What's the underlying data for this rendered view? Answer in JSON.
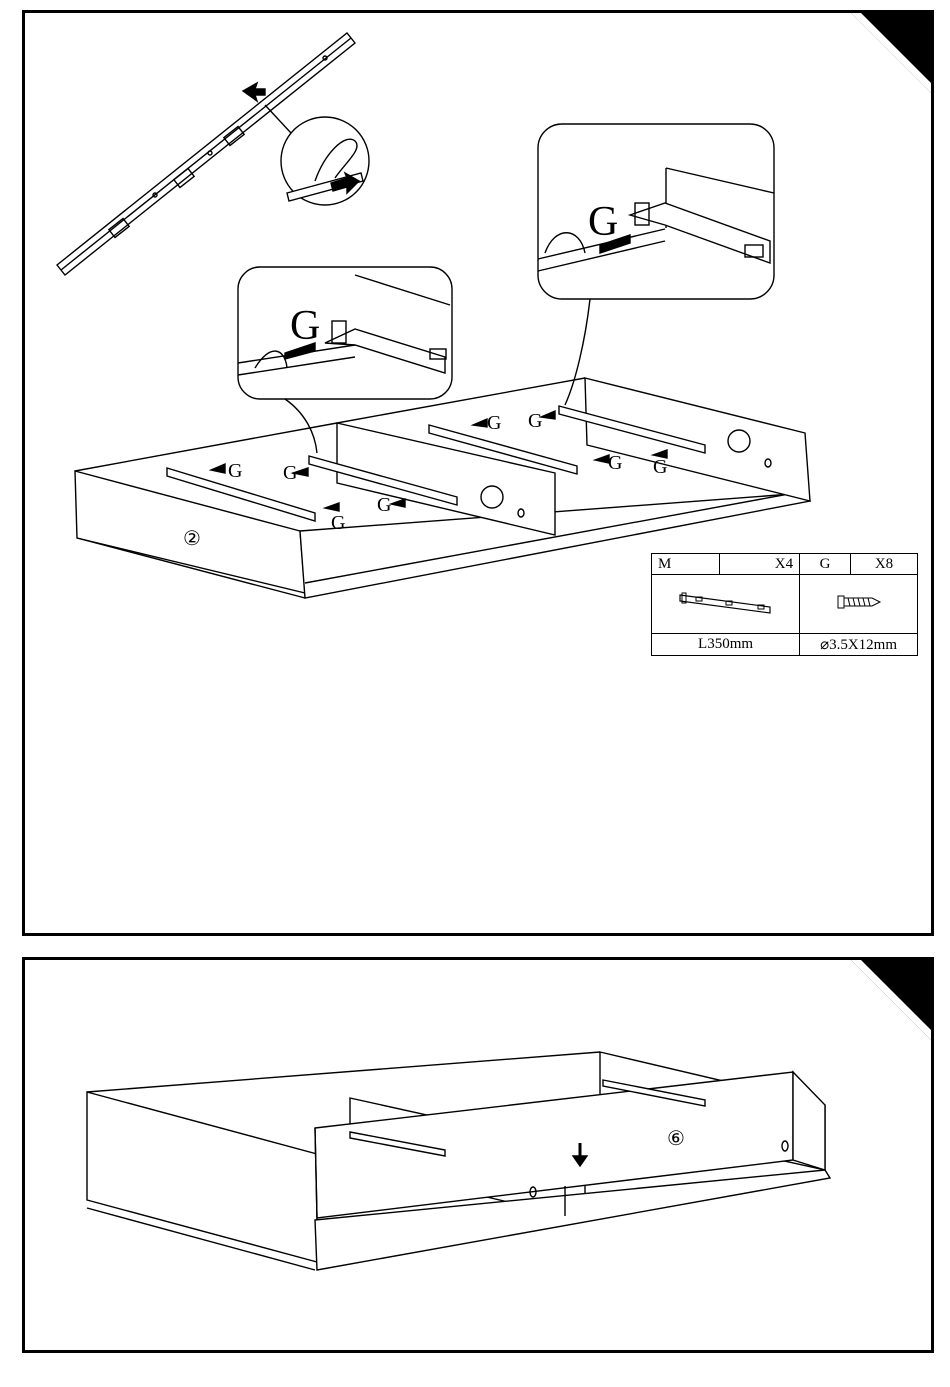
{
  "step_top": {
    "screw_label": "G",
    "panel_number": "②",
    "parts_table": {
      "headers": [
        {
          "code": "M",
          "qty": "X4"
        },
        {
          "code": "G",
          "qty": "X8"
        }
      ],
      "items": [
        {
          "name": "drawer-slide",
          "spec": "L350mm"
        },
        {
          "name": "screw",
          "spec": "⌀3.5X12mm"
        }
      ]
    }
  },
  "step_bottom": {
    "panel_number": "⑥"
  }
}
